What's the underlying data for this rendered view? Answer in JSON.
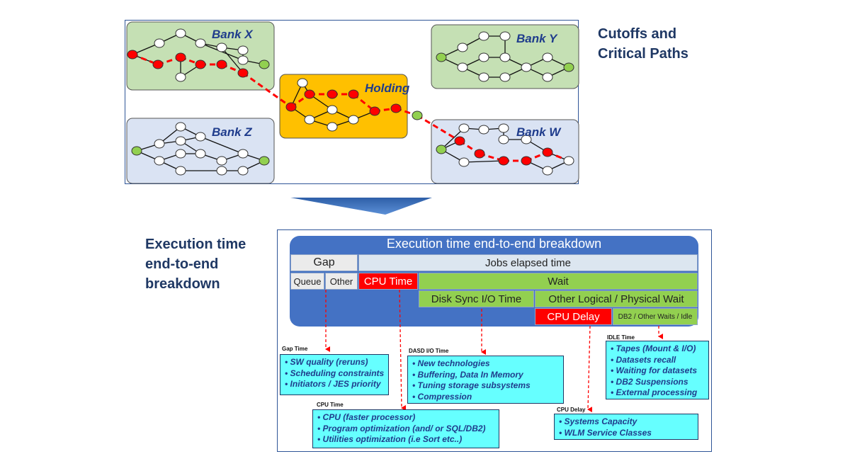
{
  "top_title_line1": "Cutoffs and",
  "top_title_line2": "Critical Paths",
  "banks": {
    "x": "Bank X",
    "y": "Bank Y",
    "z": "Bank Z",
    "w": "Bank W",
    "holding": "Holding"
  },
  "bottom_title_line1": "Execution time",
  "bottom_title_line2": "end-to-end",
  "bottom_title_line3": "breakdown",
  "breakdown": {
    "header": "Execution time end-to-end breakdown",
    "gap": "Gap",
    "jobs_elapsed": "Jobs elapsed time",
    "queue": "Queue",
    "other": "Other",
    "cpu_time": "CPU Time",
    "wait": "Wait",
    "disk_sync": "Disk Sync I/O Time",
    "other_wait": "Other Logical / Physical Wait",
    "cpu_delay": "CPU Delay",
    "db2_waits": "DB2 / Other Waits / Idle"
  },
  "details": {
    "gap_time": {
      "caption": "Gap Time",
      "items": [
        "• SW quality (reruns)",
        "• Scheduling constraints",
        "• Initiators / JES priority"
      ]
    },
    "dasd": {
      "caption": "DASD I/O Time",
      "items": [
        "• New technologies",
        "• Buffering, Data In Memory",
        "• Tuning storage subsystems",
        "• Compression"
      ]
    },
    "idle": {
      "caption": "IDLE Time",
      "items": [
        "• Tapes (Mount & I/O)",
        "• Datasets recall",
        "• Waiting  for datasets",
        "• DB2 Suspensions",
        "• External processing"
      ]
    },
    "cpu_time": {
      "caption": "CPU Time",
      "items": [
        "• CPU (faster processor)",
        "• Program optimization (and/ or SQL/DB2)",
        "• Utilities optimization (i.e Sort etc..)"
      ]
    },
    "cpu_delay": {
      "caption": "CPU Delay",
      "items": [
        "• Systems Capacity",
        "• WLM Service Classes"
      ]
    }
  },
  "colors": {
    "accent_red": "#ff0000",
    "header_blue": "#4472c4",
    "node_green": "#92d050",
    "box_cyan": "#66ffff",
    "bank_green": "#c5e0b4",
    "bank_blue": "#dae3f3",
    "holding_yellow": "#ffc000"
  }
}
